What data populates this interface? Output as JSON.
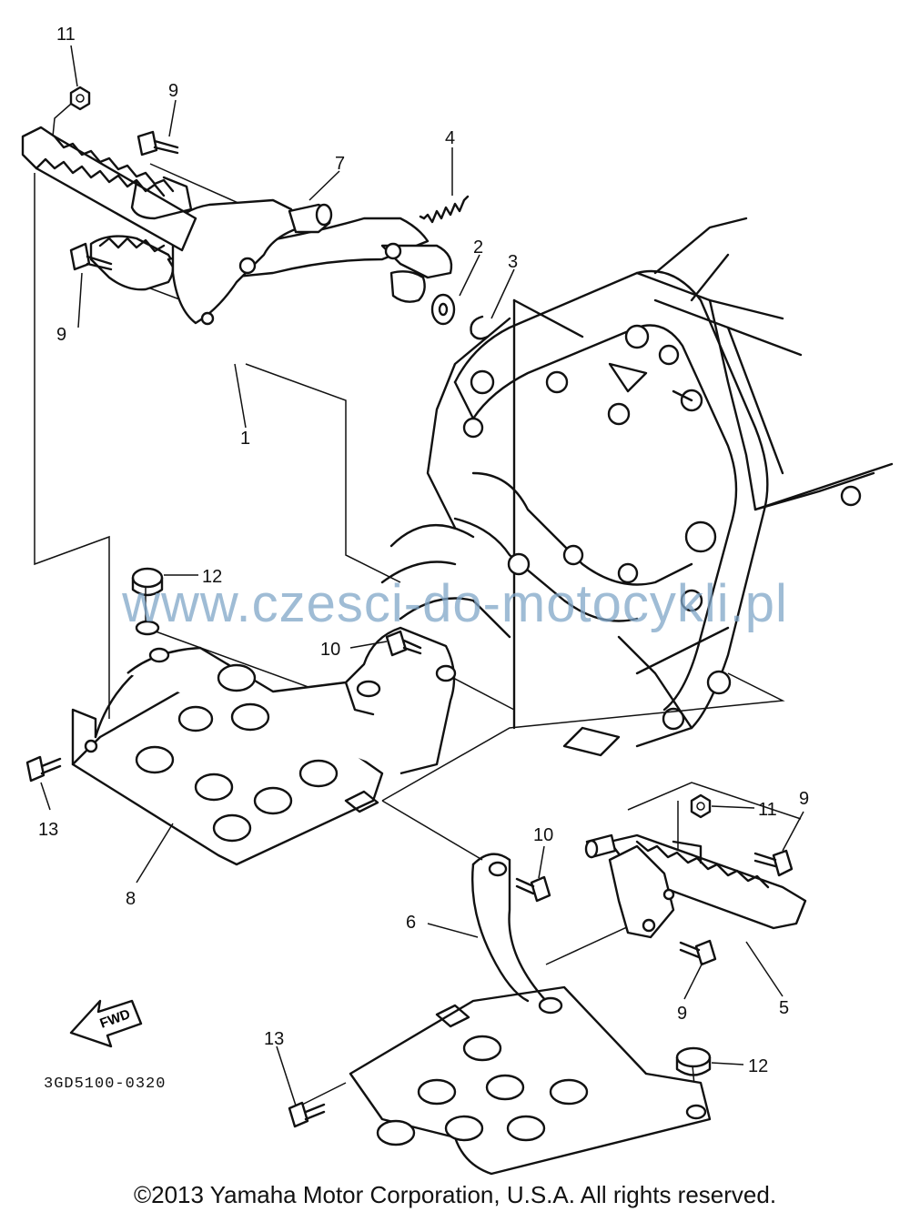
{
  "diagram": {
    "code": "3GD5100-0320",
    "fwd_label": "FWD",
    "watermark": "www.czesci-do-motocykli.pl",
    "copyright": "©2013 Yamaha Motor Corporation, U.S.A. All rights reserved.",
    "callouts": {
      "c1": "1",
      "c2": "2",
      "c3": "3",
      "c4": "4",
      "c5": "5",
      "c6": "6",
      "c7": "7",
      "c8": "8",
      "c9a": "9",
      "c9b": "9",
      "c9c": "9",
      "c9d": "9",
      "c10a": "10",
      "c10b": "10",
      "c11a": "11",
      "c11b": "11",
      "c12a": "12",
      "c12b": "12",
      "c13a": "13",
      "c13b": "13"
    }
  }
}
